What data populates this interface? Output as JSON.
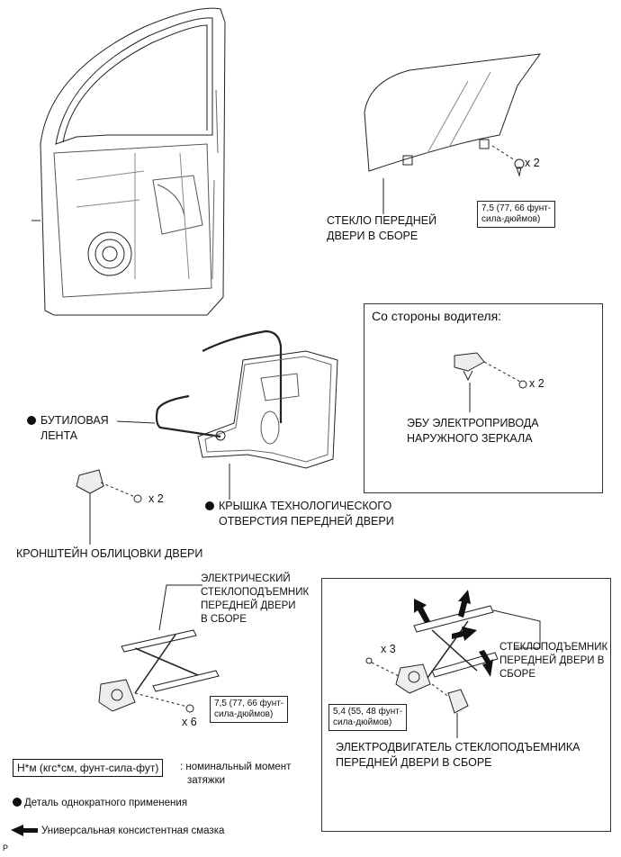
{
  "labels": {
    "glass_1": "СТЕКЛО ПЕРЕДНЕЙ",
    "glass_2": "ДВЕРИ В СБОРЕ",
    "glass_qty": "x 2",
    "glass_torque_1": "7,5 (77, 66 фунт-",
    "glass_torque_2": "сила-дюймов)",
    "driver_side_heading": "Со стороны водителя:",
    "ecu_qty": "x 2",
    "ecu_1": "ЭБУ ЭЛЕКТРОПРИВОДА",
    "ecu_2": "НАРУЖНОГО ЗЕРКАЛА",
    "butyl_1": "БУТИЛОВАЯ",
    "butyl_2": "ЛЕНТА",
    "bracket_qty": "x 2",
    "service_hole_1": "КРЫШКА ТЕХНОЛОГИЧЕСКОГО",
    "service_hole_2": "ОТВЕРСТИЯ ПЕРЕДНЕЙ ДВЕРИ",
    "bracket": "КРОНШТЕЙН ОБЛИЦОВКИ ДВЕРИ",
    "regulator_elec_1": "ЭЛЕКТРИЧЕСКИЙ",
    "regulator_elec_2": "СТЕКЛОПОДЪЕМНИК",
    "regulator_elec_3": "ПЕРЕДНЕЙ ДВЕРИ",
    "regulator_elec_4": "В СБОРЕ",
    "regulator_torque_1": "7,5 (77, 66 фунт-",
    "regulator_torque_2": "сила-дюймов)",
    "regulator_qty": "x 6",
    "regulator_1": "СТЕКЛОПОДЪЕМНИК",
    "regulator_2": "ПЕРЕДНЕЙ ДВЕРИ В",
    "regulator_3": "СБОРЕ",
    "motor_qty": "x 3",
    "motor_torque_1": "5,4 (55, 48 фунт-",
    "motor_torque_2": "сила-дюймов)",
    "motor_1": "ЭЛЕКТРОДВИГАТЕЛЬ СТЕКЛОПОДЪЕМНИКА",
    "motor_2": "ПЕРЕДНЕЙ ДВЕРИ В СБОРЕ"
  },
  "legend": {
    "torque_units": "Н*м (кгс*см, фунт-сила-фут)",
    "torque_desc_1": ": номинальный момент",
    "torque_desc_2": "затяжки",
    "single_use": "Деталь однократного применения",
    "grease": "Универсальная консистентная смазка"
  },
  "corner_mark": "P"
}
